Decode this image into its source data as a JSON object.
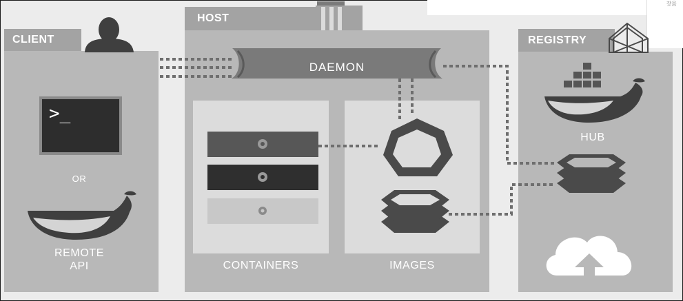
{
  "client": {
    "title": "CLIENT",
    "terminal_prompt": ">_",
    "or_label": "OR",
    "remote_api_label": "REMOTE\nAPI"
  },
  "host": {
    "title": "HOST",
    "daemon_label": "DAEMON",
    "containers_label": "CONTAINERS",
    "images_label": "IMAGES"
  },
  "registry": {
    "title": "REGISTRY",
    "hub_label": "HUB"
  },
  "corner_note": "잣음",
  "colors": {
    "tab": "#a3a3a3",
    "panel": "#b8b8b8",
    "subpanel": "#dcdcdc",
    "dark": "#5a5a5a",
    "dotted": "#6e6e6e"
  },
  "icons": [
    "user-icon",
    "host-building-icon",
    "registry-icon",
    "whale-icon",
    "gear-icon",
    "container-icon",
    "image-stack-icon",
    "cloud-upload-icon"
  ]
}
